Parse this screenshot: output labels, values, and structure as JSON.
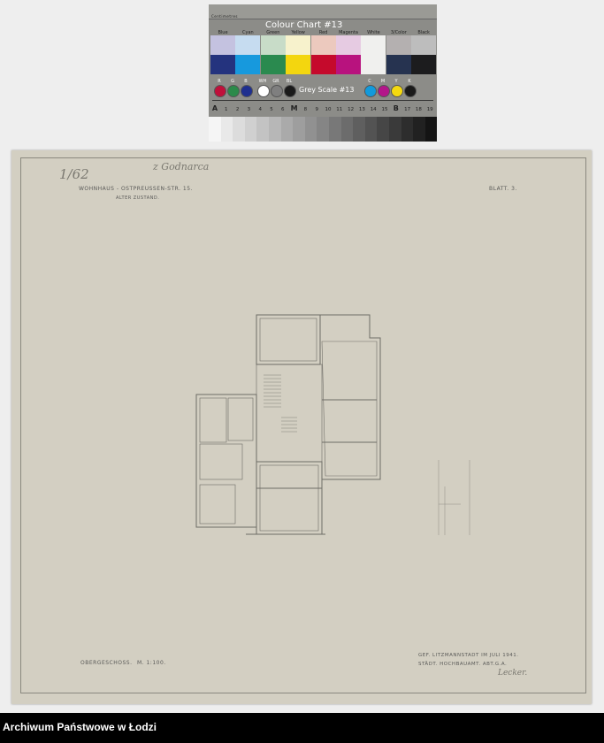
{
  "colour_chart": {
    "title": "Colour Chart #13",
    "ruler_label": "Centimetres",
    "colour_labels": [
      "Blue",
      "Cyan",
      "Green",
      "Yellow",
      "Red",
      "Magenta",
      "White",
      "3/Color",
      "Black"
    ],
    "light_colors": [
      "#c4c2e0",
      "#c6dcf0",
      "#c8dcc8",
      "#f7f2cc",
      "#ecc9be",
      "#e6cbe2",
      "#f0f0ee",
      "#b4b0b0",
      "#bdbdbd"
    ],
    "dark_colors": [
      "#24337e",
      "#1799dd",
      "#2a8a4f",
      "#f3d60f",
      "#c50a2c",
      "#b8127e",
      "#f0f0ee",
      "#263350",
      "#1c1c1e"
    ],
    "dot_labels": [
      "R",
      "G",
      "B",
      "WH",
      "GR",
      "BL",
      "C",
      "M",
      "Y",
      "K"
    ],
    "dot_colors": [
      "#c0103a",
      "#2c8a4a",
      "#1f2f8f",
      "#ffffff",
      "#7f7f7f",
      "#1a1a1a",
      "#129adc",
      "#b3168a",
      "#f4d90f",
      "#1a1a1a"
    ],
    "grey_scale_title": "Grey Scale #13",
    "grey_scale_labels": [
      "A",
      "1",
      "2",
      "3",
      "4",
      "5",
      "6",
      "M",
      "8",
      "9",
      "10",
      "11",
      "12",
      "13",
      "14",
      "15",
      "B",
      "17",
      "18",
      "19"
    ]
  },
  "drawing": {
    "handwritten_number": "1/62",
    "handwritten_note": "z Godnarca",
    "title": "WOHNHAUS  -  OSTPREUSSEN-STR. 15.",
    "subtitle": "ALTER ZUSTAND.",
    "sheet": "BLATT. 3.",
    "floor_label": "OBERGESCHOSS.",
    "scale": "M. 1:100.",
    "credit_line1": "GEF. LITZMANNSTADT IM JULI 1941.",
    "credit_line2": "STÄDT. HOCHBAUAMT. ABT.G.A.",
    "signature": "Lecker."
  },
  "footer": {
    "archive_name": "Archiwum Państwowe w Łodzi"
  }
}
